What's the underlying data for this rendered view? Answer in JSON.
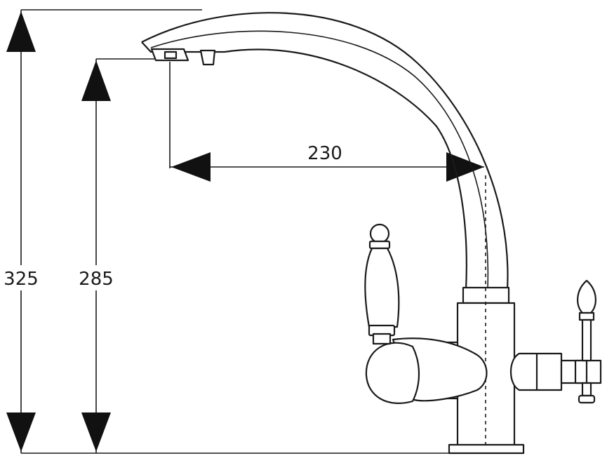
{
  "dimensions": {
    "total_height": "325",
    "spout_height": "285",
    "spout_reach": "230"
  },
  "colors": {
    "line": "#1a1a1a",
    "background": "#ffffff"
  }
}
